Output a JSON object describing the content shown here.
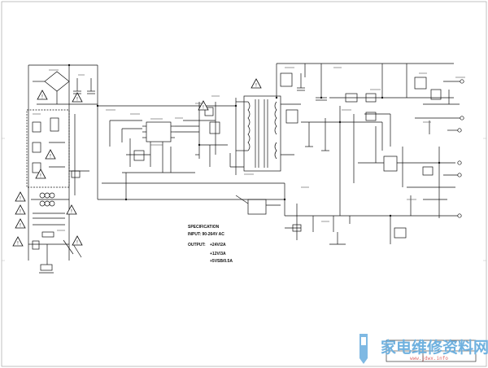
{
  "specification": {
    "title": "SPECIFICATION",
    "input": "INPUT: 90-264V AC",
    "output_label": "OUTPUT:",
    "outputs": [
      "+24V/2A",
      "+12V/3A",
      "+5VSB/0.5A"
    ]
  },
  "watermark": {
    "text": "家电维修资料网",
    "url": "www.jdwx.info"
  },
  "icons": {
    "warning": "warning-triangle-icon",
    "logo": "pen-logo-icon"
  }
}
